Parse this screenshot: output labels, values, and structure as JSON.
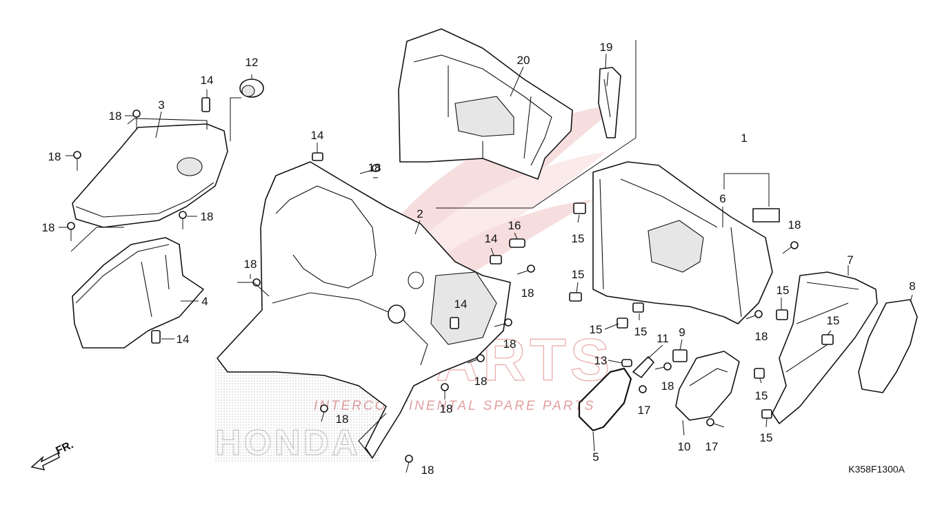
{
  "diagram": {
    "code": "K358F1300A",
    "direction_label": "FR.",
    "watermark": {
      "main": "PARTS",
      "sub": "INTERCONTINENTAL SPARE PARTS",
      "brand": "HONDA"
    },
    "callouts": [
      {
        "id": "c20",
        "label": "20"
      },
      {
        "id": "c19",
        "label": "19"
      },
      {
        "id": "c12",
        "label": "12"
      },
      {
        "id": "c14a",
        "label": "14"
      },
      {
        "id": "c3",
        "label": "3"
      },
      {
        "id": "c18a",
        "label": "18"
      },
      {
        "id": "c18b",
        "label": "18"
      },
      {
        "id": "c18c",
        "label": "18"
      },
      {
        "id": "c18d",
        "label": "18"
      },
      {
        "id": "c4",
        "label": "4"
      },
      {
        "id": "c14b",
        "label": "14"
      },
      {
        "id": "c14c",
        "label": "14"
      },
      {
        "id": "c18e",
        "label": "18"
      },
      {
        "id": "c2",
        "label": "2"
      },
      {
        "id": "c16",
        "label": "16"
      },
      {
        "id": "c14d",
        "label": "14"
      },
      {
        "id": "c18f",
        "label": "18"
      },
      {
        "id": "c18g",
        "label": "18"
      },
      {
        "id": "c14e",
        "label": "14"
      },
      {
        "id": "c18h",
        "label": "18"
      },
      {
        "id": "c18i",
        "label": "18"
      },
      {
        "id": "c18j",
        "label": "18"
      },
      {
        "id": "c18k",
        "label": "18"
      },
      {
        "id": "c18l",
        "label": "18"
      },
      {
        "id": "c1",
        "label": "1"
      },
      {
        "id": "c6",
        "label": "6"
      },
      {
        "id": "c18m",
        "label": "18"
      },
      {
        "id": "c15a",
        "label": "15"
      },
      {
        "id": "c15b",
        "label": "15"
      },
      {
        "id": "c15c",
        "label": "15"
      },
      {
        "id": "c15d",
        "label": "15"
      },
      {
        "id": "c9",
        "label": "9"
      },
      {
        "id": "c11",
        "label": "11"
      },
      {
        "id": "c13",
        "label": "13"
      },
      {
        "id": "c18n",
        "label": "18"
      },
      {
        "id": "c17a",
        "label": "17"
      },
      {
        "id": "c17b",
        "label": "17"
      },
      {
        "id": "c10",
        "label": "10"
      },
      {
        "id": "c5",
        "label": "5"
      },
      {
        "id": "c7",
        "label": "7"
      },
      {
        "id": "c8",
        "label": "8"
      },
      {
        "id": "c15e",
        "label": "15"
      },
      {
        "id": "c15f",
        "label": "15"
      },
      {
        "id": "c18o",
        "label": "18"
      },
      {
        "id": "c15g",
        "label": "15"
      },
      {
        "id": "c15h",
        "label": "15"
      }
    ]
  }
}
